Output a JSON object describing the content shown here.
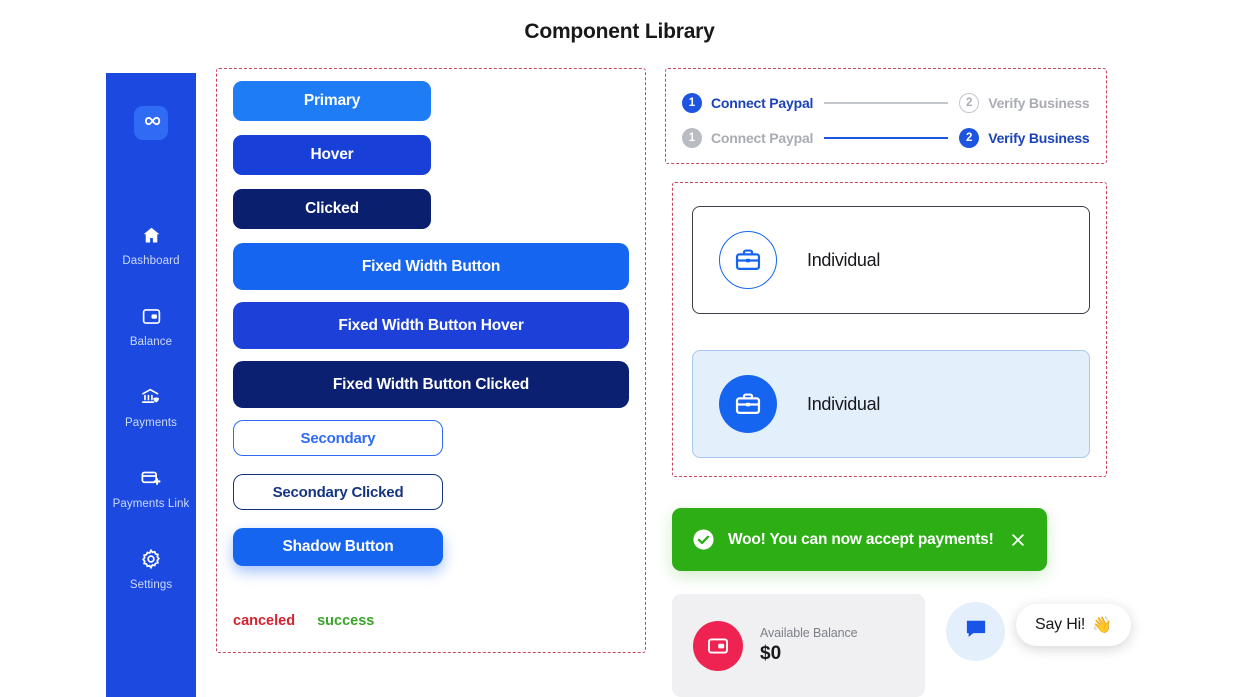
{
  "page": {
    "title": "Component Library"
  },
  "sidebar": {
    "logo_icon": "link-loop-logo-icon",
    "items": [
      {
        "label": "Dashboard",
        "icon": "home-icon"
      },
      {
        "label": "Balance",
        "icon": "wallet-icon"
      },
      {
        "label": "Payments",
        "icon": "bank-shield-icon"
      },
      {
        "label": "Payments Link",
        "icon": "card-plus-icon"
      },
      {
        "label": "Settings",
        "icon": "gear-icon"
      }
    ]
  },
  "buttons": {
    "primary": "Primary",
    "hover": "Hover",
    "clicked": "Clicked",
    "fixed": "Fixed Width Button",
    "fixed_hover": "Fixed Width Button Hover",
    "fixed_clicked": "Fixed Width Button Clicked",
    "secondary": "Secondary",
    "secondary_clicked": "Secondary Clicked",
    "shadow": "Shadow Button"
  },
  "status": {
    "canceled": "canceled",
    "success": "success",
    "canceled_color": "#d6212f",
    "success_color": "#3aa528"
  },
  "stepper": {
    "rows": [
      {
        "step1_number": "1",
        "step1_label": "Connect Paypal",
        "step2_number": "2",
        "step2_label": "Verify Business"
      },
      {
        "step1_number": "1",
        "step1_label": "Connect Paypal",
        "step2_number": "2",
        "step2_label": "Verify Business"
      }
    ]
  },
  "selection_cards": [
    {
      "label": "Individual",
      "icon": "briefcase-icon",
      "state": "unselected"
    },
    {
      "label": "Individual",
      "icon": "briefcase-icon",
      "state": "selected"
    }
  ],
  "toast": {
    "message": "Woo! You can now accept payments!",
    "icon": "check-circle-icon",
    "close_icon": "close-icon",
    "color": "#2cae14"
  },
  "balance": {
    "label": "Available Balance",
    "amount": "$0",
    "icon": "wallet-icon",
    "icon_color": "#ef2352"
  },
  "chat": {
    "fab_icon": "chat-bubble-icon",
    "bubble_text": "Say Hi!",
    "bubble_emoji": "👋"
  },
  "theme": {
    "brand_blue": "#1565f0",
    "sidebar_blue": "#1c4ae0",
    "dark_navy": "#0a1f6e",
    "dashed_guide": "#c9455b"
  }
}
